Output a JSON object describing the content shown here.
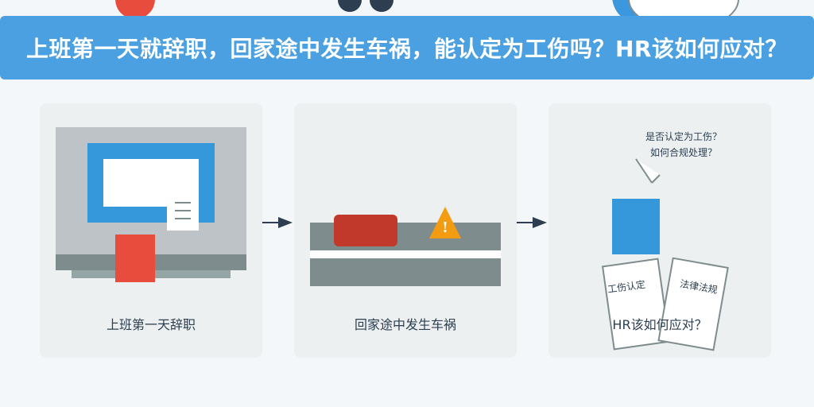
{
  "title": "上班第一天就辞职，回家途中发生车祸，能认定为工伤吗？HR该如何应对？",
  "steps": [
    {
      "caption": "上班第一天辞职"
    },
    {
      "caption": "回家途中发生车祸"
    },
    {
      "caption": "HR该如何应对？"
    }
  ],
  "speech_bubble": {
    "line1": "是否认定为工伤？",
    "line2": "如何合规处理？"
  },
  "documents": {
    "doc1": "工伤认定",
    "doc2": "法律法规"
  },
  "warning_symbol": "!",
  "colors": {
    "banner": "#4aa0e0",
    "panel": "#ecf0f1",
    "accent_blue": "#3498db",
    "accent_red": "#e74c3c",
    "car_red": "#c0392b",
    "warning": "#f39c12",
    "road": "#7f8c8d",
    "text_dark": "#2c3e50"
  },
  "icons": [
    "computer-icon",
    "person-icon",
    "document-icon",
    "car-icon",
    "warning-icon",
    "road-icon",
    "arrow-right-icon",
    "speech-bubble-icon"
  ]
}
